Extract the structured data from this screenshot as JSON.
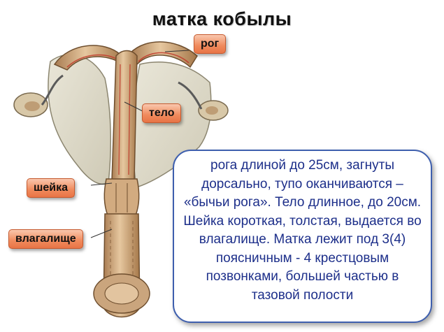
{
  "title": "матка кобылы",
  "labels": {
    "horn": "рог",
    "body": "тело",
    "cervix": "шейка",
    "vagina": "влагалище"
  },
  "description": "рога длиной до 25см, загнуты дорсально, тупо оканчиваются – «бычьи рога». Тело длинное, до 20см. Шейка короткая, толстая, выдается во влагалище. Матка лежит под 3(4) поясничным - 4 крестцовым позвонками, большей частью в тазовой полости",
  "colors": {
    "label_fill": "#f08a5c",
    "text_blue": "#1d2f8a",
    "box_border": "#3e5fae",
    "tissue": "#c89f74",
    "ligament": "#ddd9c8",
    "lining": "#c0392b"
  }
}
